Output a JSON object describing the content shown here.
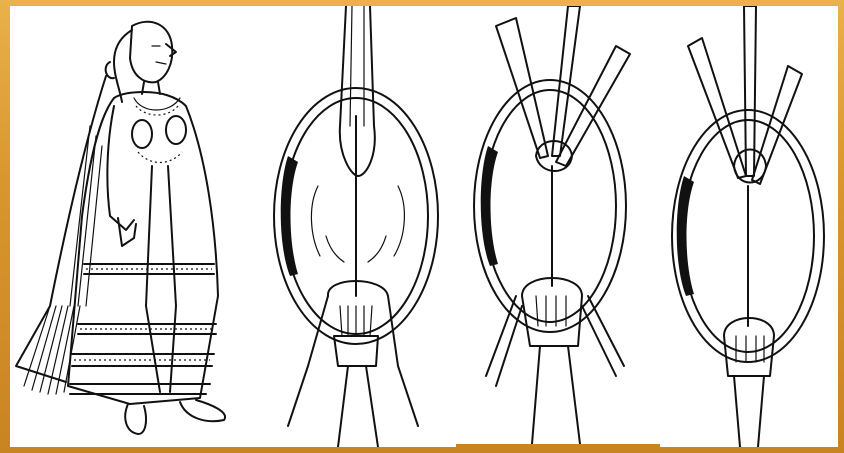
{
  "colors": {
    "frame": "#d9962e",
    "panel_background": "#ffffff",
    "ink": "#111111"
  },
  "panels": [
    {
      "name": "woman-in-apron-dress",
      "kind": "line-drawing"
    },
    {
      "name": "brooch-with-two-straps-step-1",
      "kind": "line-drawing"
    },
    {
      "name": "brooch-with-two-straps-step-2",
      "kind": "line-drawing"
    },
    {
      "name": "brooch-with-two-straps-step-3",
      "kind": "line-drawing"
    }
  ]
}
